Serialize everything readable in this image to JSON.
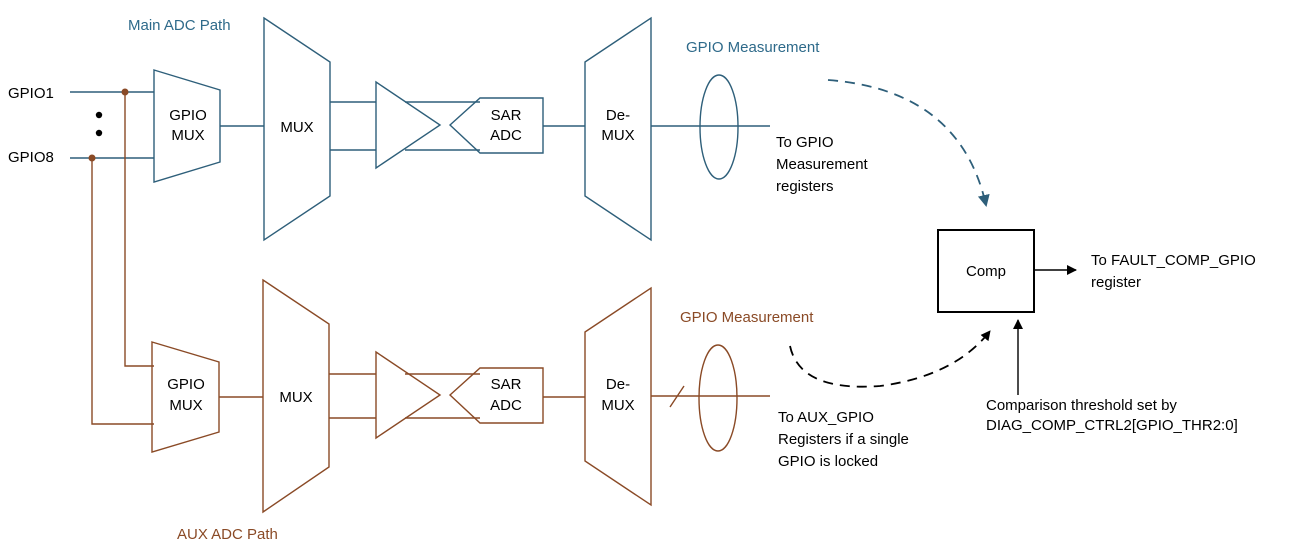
{
  "labels": {
    "main_adc_path": "Main ADC Path",
    "aux_adc_path": "AUX ADC Path",
    "gpio1": "GPIO1",
    "gpio8": "GPIO8",
    "gpio_mux_main": [
      "GPIO",
      "MUX"
    ],
    "gpio_mux_aux": [
      "GPIO",
      "MUX"
    ],
    "mux_main": "MUX",
    "mux_aux": "MUX",
    "sar_adc_main": [
      "SAR",
      "ADC"
    ],
    "sar_adc_aux": [
      "SAR",
      "ADC"
    ],
    "demux_main": [
      "De-",
      "MUX"
    ],
    "demux_aux": [
      "De-",
      "MUX"
    ],
    "gpio_measurement_main": "GPIO Measurement",
    "gpio_measurement_aux": "GPIO Measurement",
    "to_gpio_meas_regs": [
      "To GPIO",
      "Measurement",
      "registers"
    ],
    "to_aux_gpio_regs": [
      "To AUX_GPIO",
      "Registers if a single",
      "GPIO is locked"
    ],
    "comp": "Comp",
    "to_fault_comp": [
      "To FAULT_COMP_GPIO",
      "register"
    ],
    "threshold": [
      "Comparison threshold set by",
      "DIAG_COMP_CTRL2[GPIO_THR2:0]"
    ]
  },
  "colors": {
    "main_path": "#2e5f7a",
    "main_text": "#2e6a8a",
    "aux_path": "#8a4a26",
    "comparator": "#000000"
  }
}
